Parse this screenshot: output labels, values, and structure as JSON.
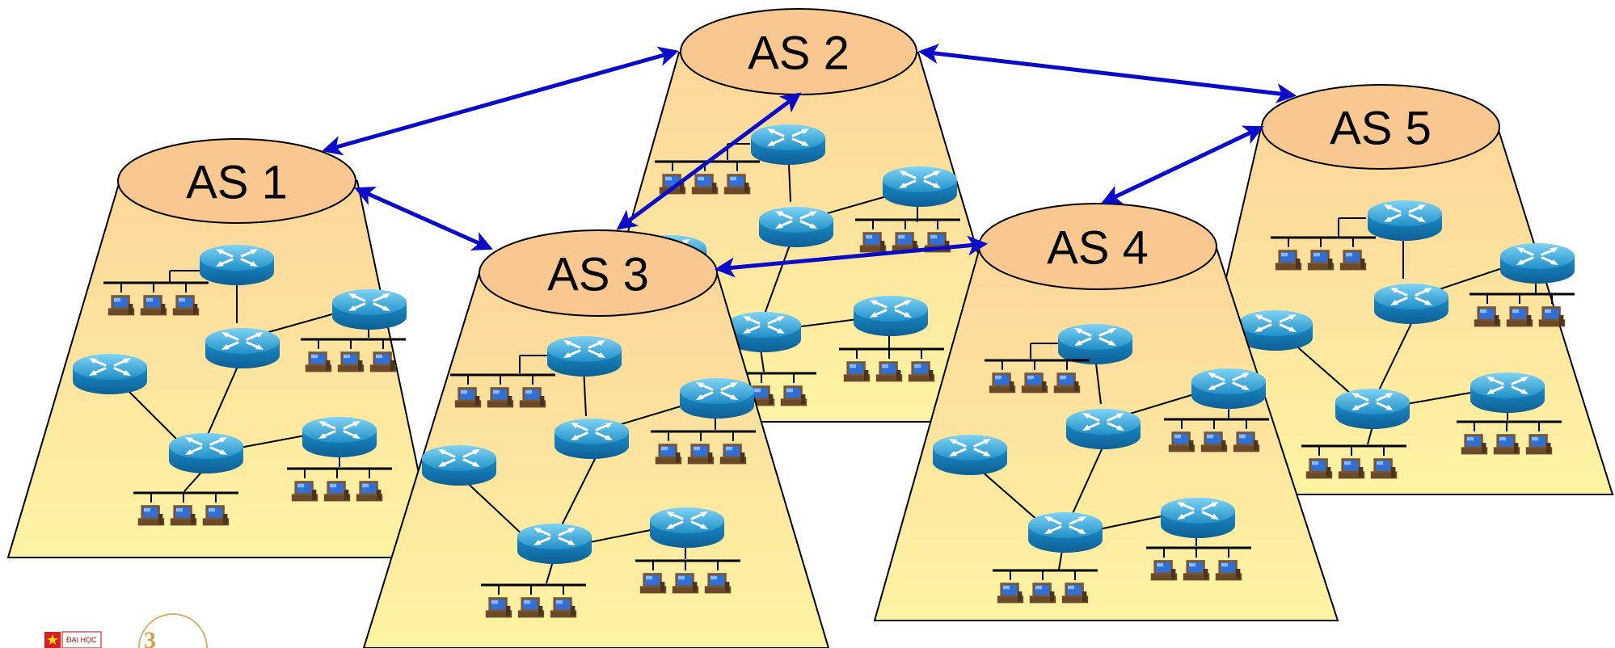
{
  "diagram": {
    "autonomous_systems": [
      {
        "id": "as1",
        "label": "AS 1"
      },
      {
        "id": "as2",
        "label": "AS 2"
      },
      {
        "id": "as3",
        "label": "AS 3"
      },
      {
        "id": "as4",
        "label": "AS 4"
      },
      {
        "id": "as5",
        "label": "AS 5"
      }
    ],
    "peerings": [
      [
        "as1",
        "as2"
      ],
      [
        "as2",
        "as5"
      ],
      [
        "as1",
        "as3"
      ],
      [
        "as2",
        "as3"
      ],
      [
        "as3",
        "as4"
      ],
      [
        "as4",
        "as5"
      ]
    ],
    "colors": {
      "arrow": "#0a0ac8",
      "cloud_top": "#f9c890",
      "body_top": "#fcd99a",
      "body_bottom": "#fdf3a2",
      "router": "#2aa7d8"
    },
    "icons": [
      "router-icon",
      "host-icon",
      "logo-icon"
    ]
  },
  "footer": {
    "logo_text": "ĐẠI HỌC"
  }
}
